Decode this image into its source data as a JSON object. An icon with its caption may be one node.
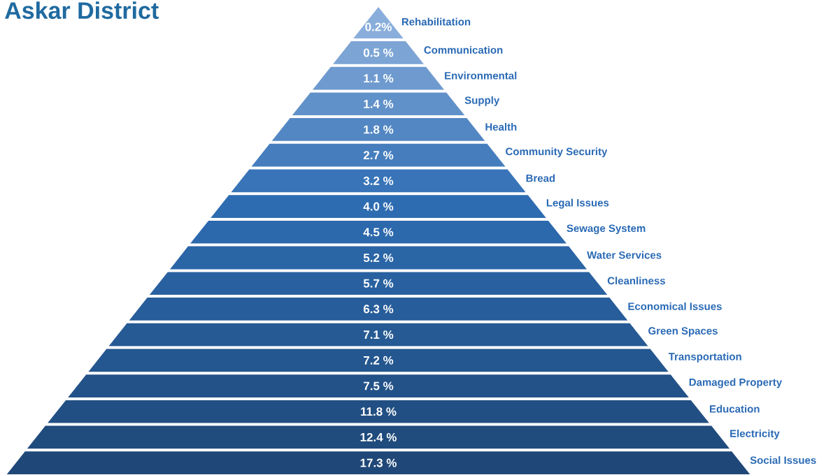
{
  "diagram": {
    "title": "Askar District",
    "nodes": [
      {
        "text": [
          "0.2%"
        ],
        "beside": [
          "Rehabilitation"
        ]
      },
      {
        "text": [
          "0.5 %"
        ],
        "beside": [
          "Communication"
        ]
      },
      {
        "text": [
          "1.1 %"
        ],
        "beside": [
          "Environmental"
        ]
      },
      {
        "text": [
          "1.4 %"
        ],
        "beside": [
          "Supply"
        ]
      },
      {
        "text": [
          "1.8 %"
        ],
        "beside": [
          "Health"
        ]
      },
      {
        "text": [
          "2.7 %"
        ],
        "beside": [
          "Community Security"
        ]
      },
      {
        "text": [
          "3.2 %"
        ],
        "beside": [
          "Bread"
        ]
      },
      {
        "text": [
          "4.0 %"
        ],
        "beside": [
          "Legal Issues"
        ]
      },
      {
        "text": [
          "4.5 %"
        ],
        "beside": [
          "Sewage System"
        ]
      },
      {
        "text": [
          "5.2 %"
        ],
        "beside": [
          "Water Services"
        ]
      },
      {
        "text": [
          "5.7 %"
        ],
        "beside": [
          "Cleanliness"
        ]
      },
      {
        "text": [
          "6.3 %"
        ],
        "beside": [
          "Economical Issues"
        ]
      },
      {
        "text": [
          "7.1 %"
        ],
        "beside": [
          "Green Spaces"
        ]
      },
      {
        "text": [
          "7.2 %"
        ],
        "beside": [
          "Transportation"
        ]
      },
      {
        "text": [
          "7.5 %"
        ],
        "beside": [
          "Damaged Property"
        ]
      },
      {
        "text": [
          "11.8 %"
        ],
        "beside": [
          "Education"
        ]
      },
      {
        "text": [
          "12.4 %"
        ],
        "beside": [
          "Electricity"
        ]
      },
      {
        "text": [
          "17.3 %"
        ],
        "beside": [
          "Social Issues"
        ]
      }
    ]
  }
}
